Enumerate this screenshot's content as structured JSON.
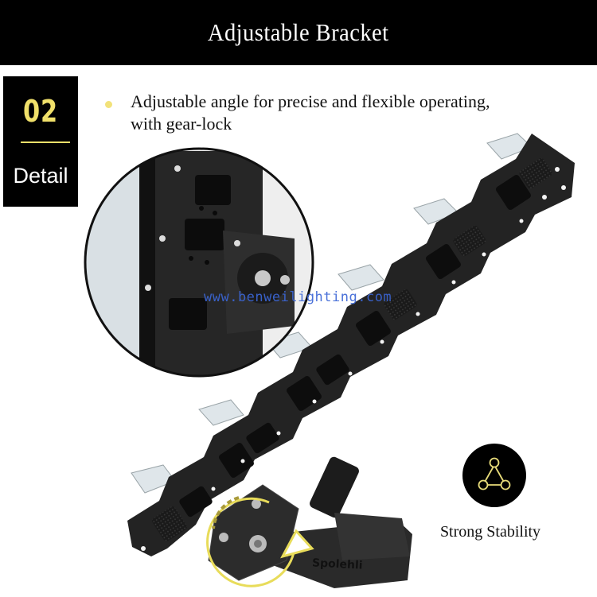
{
  "header": {
    "title": "Adjustable Bracket"
  },
  "badge": {
    "number": "02",
    "label": "Detail",
    "accent_color": "#f0e06a"
  },
  "bullets": [
    {
      "text": "Adjustable angle for precise and flexible operating, with gear-lock",
      "dot_color": "#f2e27a"
    }
  ],
  "product_image": {
    "description": "Black modular LED flood light with adjustable bracket, inset close-up of gear-lock hinge, yellow rotation arrow at pivot",
    "watermark": "www.benweilighting.com",
    "brand_mark": "Spolehli"
  },
  "features": [
    {
      "label": "Strong Stability",
      "icon": "triangle-nodes-icon",
      "icon_color": "#e8dc7a"
    }
  ]
}
